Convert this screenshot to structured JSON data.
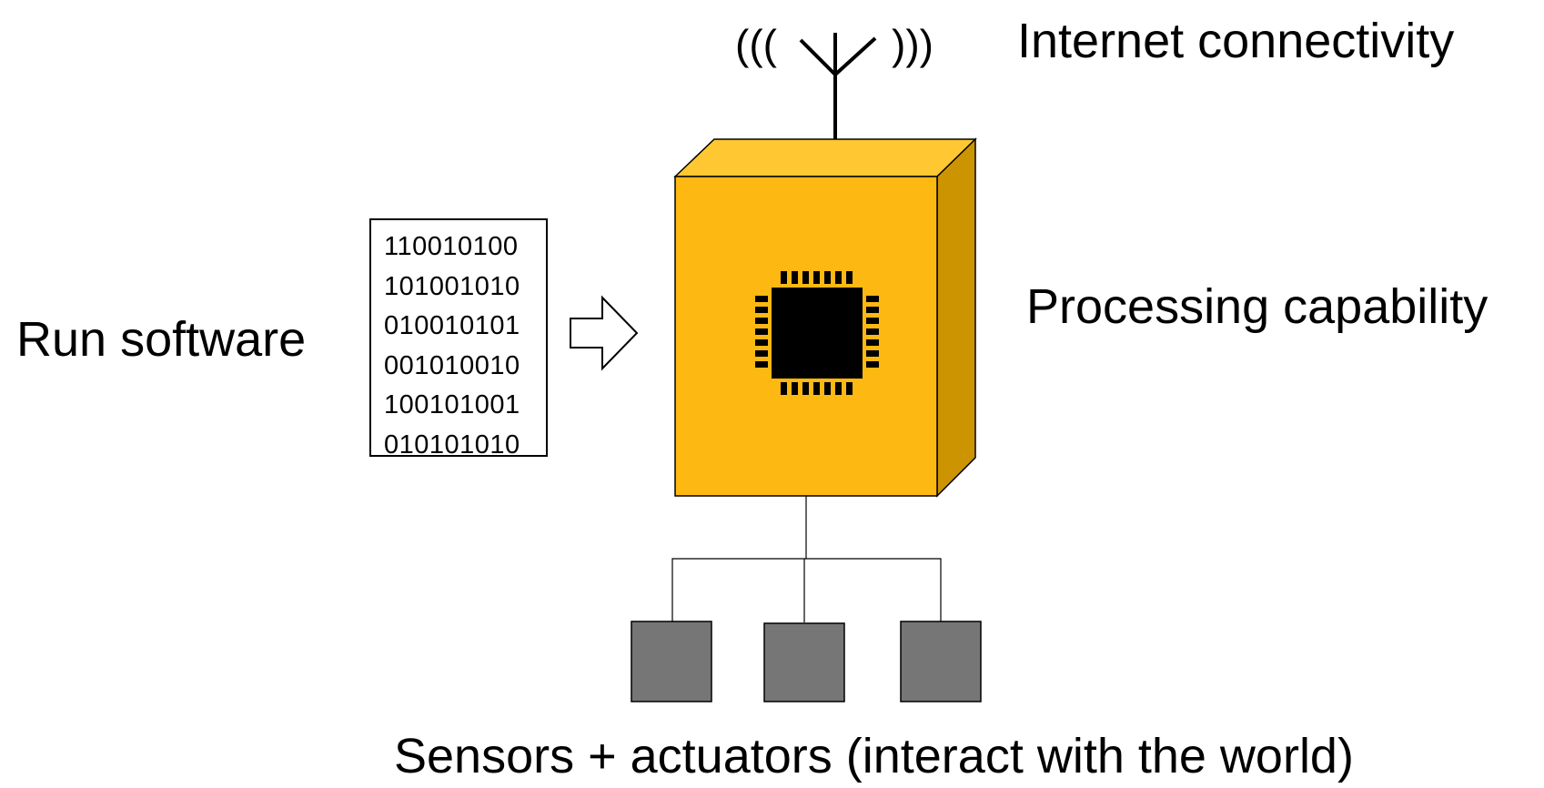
{
  "labels": {
    "internet": "Internet connectivity",
    "processing": "Processing capability",
    "run_software": "Run software",
    "sensors": "Sensors + actuators (interact with the world)",
    "wave_left": "(((",
    "wave_right": ")))"
  },
  "code_lines": [
    "110010100",
    "101001010",
    "010010101",
    "001010010",
    "100101001",
    "010101010"
  ],
  "colors": {
    "box_front": "#FDB812",
    "box_top": "#FFC732",
    "box_side": "#CC9400",
    "chip": "#000000",
    "sensor": "#767676"
  },
  "icons": [
    "antenna-icon",
    "chip-icon",
    "arrow-right-icon"
  ]
}
